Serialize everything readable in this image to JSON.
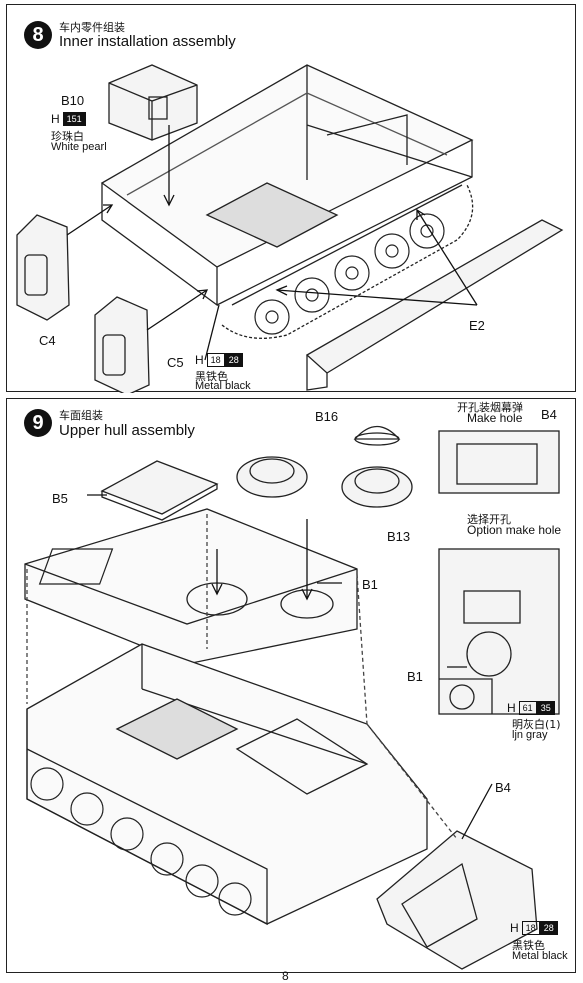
{
  "step8": {
    "number": "8",
    "title_cn": "车内零件组装",
    "title_en": "Inner installation assembly",
    "parts": {
      "b10": "B10",
      "c4": "C4",
      "c5": "C5",
      "e2": "E2"
    },
    "paint_white": {
      "h": "H",
      "code": "151",
      "name_cn": "珍珠白",
      "name_en": "White pearl"
    },
    "paint_black": {
      "h": "H",
      "code1": "18",
      "code2": "28",
      "name_cn": "黑铁色",
      "name_en": "Metal black"
    }
  },
  "step9": {
    "number": "9",
    "title_cn": "车面组装",
    "title_en": "Upper hull assembly",
    "parts": {
      "b16": "B16",
      "b5": "B5",
      "b13": "B13",
      "b1": "B1",
      "b1_detail": "B1",
      "b4": "B4",
      "b4_detail": "B4"
    },
    "make_hole": {
      "cn": "开孔装烟幕弹",
      "en": "Make hole"
    },
    "option_hole": {
      "cn": "选择开孔",
      "en": "Option make hole"
    },
    "paint_gray": {
      "h": "H",
      "code1": "61",
      "code2": "35",
      "name_cn": "明灰白(1)",
      "name_en": "ljn gray"
    },
    "paint_black": {
      "h": "H",
      "code1": "18",
      "code2": "28",
      "name_cn": "黑铁色",
      "name_en": "Metal black"
    }
  },
  "footer": {
    "page": "8"
  }
}
